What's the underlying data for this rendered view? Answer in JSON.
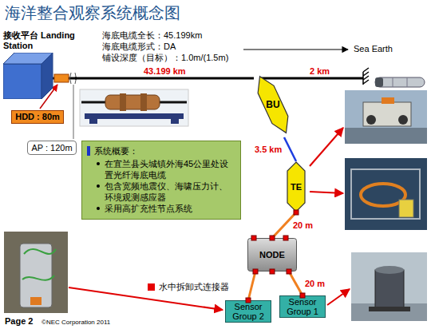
{
  "diagram": {
    "title": "海洋整合观察系统概念图",
    "nodes": [
      {
        "text": [
          "接收平台 Landing Station"
        ]
      },
      {
        "text": [
          "HDD : 80m"
        ]
      },
      {
        "text": [
          "AP : 120m"
        ]
      },
      {
        "text": [
          "系统概要：",
          "在宜兰县头城镇外海45公里处设置光纤海底电缆",
          "包含宽频地震仪、海啸压力计、环境观测感应器",
          "采用高扩充性节点系统"
        ]
      },
      {
        "text": [
          "BU"
        ]
      },
      {
        "text": [
          "TE"
        ]
      },
      {
        "text": [
          "NODE"
        ]
      },
      {
        "text": [
          "Sensor Group 2"
        ]
      },
      {
        "text": [
          "Sensor Group 1"
        ]
      }
    ],
    "edges": [
      {
        "from": 0,
        "to": 4,
        "label": "43.199 km",
        "arrow": "none"
      },
      {
        "from": 4,
        "to": 5,
        "label": "3.5 km",
        "arrow": "none"
      },
      {
        "from": 5,
        "to": 6,
        "label": "20 m",
        "arrow": "none"
      },
      {
        "from": 6,
        "to": 8,
        "label": "20 m",
        "arrow": "none"
      },
      {
        "from": 6,
        "to": 7,
        "arrow": "none"
      }
    ],
    "labels": [
      "海底电缆全长：45.199km",
      "海底电缆形式：DA",
      "铺设深度（目标）：1.0m/(1.5m)",
      "2 km",
      "Sea Earth",
      "Page 2",
      "©NEC Corporation 2011"
    ],
    "legend": [
      {
        "text": "水中拆卸式连接器",
        "color": "#e60000"
      }
    ]
  }
}
